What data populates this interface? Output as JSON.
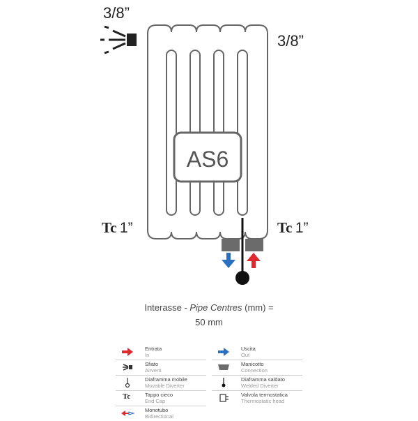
{
  "top_left_size": "3/8”",
  "top_right_size": "3/8”",
  "bottom_left": {
    "code": "Tc",
    "size": "1”"
  },
  "bottom_right": {
    "code": "Tc",
    "size": "1”"
  },
  "model": "AS6",
  "centres": {
    "label_it": "Interasse",
    "separator": " - ",
    "label_en": "Pipe Centres",
    "unit": " (mm) =",
    "value": "50 mm"
  },
  "legend": {
    "left": [
      {
        "icon": "red-arrow-right-icon",
        "it": "Entrata",
        "en": "In"
      },
      {
        "icon": "airvent-icon",
        "it": "Sfiato",
        "en": "Airvent"
      },
      {
        "icon": "movable-diverter-icon",
        "it": "Diaframma mobile",
        "en": "Movable Diverter"
      },
      {
        "icon": "end-cap-icon",
        "glyph": "Tc",
        "it": "Tappo cieco",
        "en": "End Cap"
      },
      {
        "icon": "bidirectional-arrow-icon",
        "it": "Monotubo",
        "en": "Bidirectional"
      }
    ],
    "right": [
      {
        "icon": "blue-arrow-right-icon",
        "it": "Uscita",
        "en": "Out"
      },
      {
        "icon": "connection-icon",
        "it": "Manicotto",
        "en": "Connection"
      },
      {
        "icon": "welded-diverter-icon",
        "it": "Diaframma saldato",
        "en": "Welded Diverter"
      },
      {
        "icon": "thermostatic-head-icon",
        "it": "Valvola termostatica",
        "en": "Thermostatic head"
      }
    ]
  },
  "colors": {
    "inlet": "#e0282e",
    "outlet": "#2a6fc2",
    "line": "#666666",
    "connector": "#6b6b6b"
  }
}
